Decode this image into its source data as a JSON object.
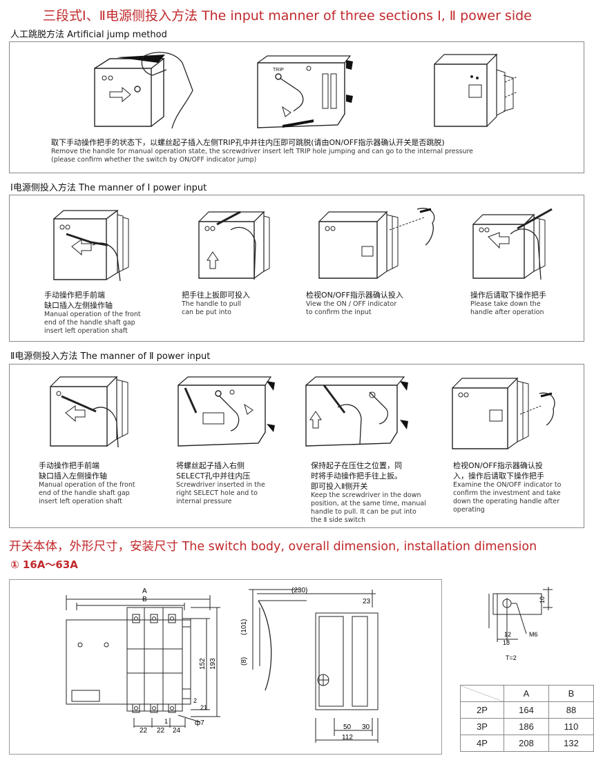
{
  "title": "三段式Ⅰ、Ⅱ电源侧投入方法 The input manner of three sections Ⅰ, Ⅱ power side",
  "section1": {
    "heading": "人工跳脱方法 Artificial jump method",
    "caption_cn": "取下手动操作把手的状态下，以螺丝起子插入左侧TRIP孔中并往内压即可跳脱(请由ON/OFF指示器确认开关是否跳脱)",
    "caption_en1": "Remove the handle for manual operation state, the screwdriver insert left TRIP hole jumping and can go to the internal pressure",
    "caption_en2": "(please confirm whether the switch by ON/OFF indicator jump)",
    "trip_label": "TRIP"
  },
  "section2": {
    "heading": "Ⅰ电源侧投入方法 The manner of Ⅰ power input",
    "steps": [
      {
        "cn": [
          "手动操作把手前端",
          "缺口插入左侧操作轴"
        ],
        "en": [
          "Manual operation of the front",
          "end of the handle shaft gap",
          "insert left operation shaft"
        ]
      },
      {
        "cn": [
          "把手往上扳即可投入"
        ],
        "en": [
          "The handle to pull",
          "can be put into"
        ]
      },
      {
        "cn": [
          "检视ON/OFF指示器确认投入"
        ],
        "en": [
          "View the ON / OFF indicator",
          "to confirm the input"
        ]
      },
      {
        "cn": [
          "操作后请取下操作把手"
        ],
        "en": [
          "Please take down the",
          "handle after operation"
        ]
      }
    ]
  },
  "section3": {
    "heading": "Ⅱ电源侧投入方法 The manner of Ⅱ power input",
    "steps": [
      {
        "cn": [
          "手动操作把手前端",
          "缺口插入左侧操作轴"
        ],
        "en": [
          "Manual operation of the front",
          "end of the handle shaft gap",
          "insert left operation shaft"
        ]
      },
      {
        "cn": [
          "将螺丝起子插入右侧",
          "SELECT孔中并往内压"
        ],
        "en": [
          "Screwdriver inserted in the",
          "right SELECT hole and to",
          "internal pressure"
        ]
      },
      {
        "cn": [
          "保持起子在压住之位置，同",
          "时将手动操作把手往上扳。",
          "即可投入Ⅱ侧开关"
        ],
        "en": [
          "Keep the screwdriver in the down",
          "position, at the same time, manual",
          "handle to pull. It can be put into",
          "the Ⅱ side switch"
        ]
      },
      {
        "cn": [
          "检视ON/OFF指示器确认投",
          "入，操作后请取下操作把手"
        ],
        "en": [
          "Examine the ON/OFF indicator to",
          "confirm the investment and take",
          "down the operating handle after",
          "operating"
        ]
      }
    ]
  },
  "section4": {
    "heading": "开关本体，外形尺寸，安装尺寸 The switch body, overall dimension, installation dimension",
    "subheading": "① 16A～63A"
  },
  "dimensions": {
    "front": {
      "A": "A",
      "B": "B",
      "h152": "152",
      "h193": "193",
      "d2": "2",
      "d21": "21",
      "d1": "1",
      "w22a": "22",
      "w22b": "22",
      "w24": "24",
      "phi": "ф7"
    },
    "side": {
      "d230": "(230)",
      "d101": "(101)",
      "d8": "(8)",
      "d23": "23",
      "d50": "50",
      "d30": "30",
      "d112": "112"
    },
    "mount": {
      "d10": "10",
      "d12": "12",
      "d18": "18",
      "m6": "M6",
      "t": "T=2"
    }
  },
  "table": {
    "headers": [
      "",
      "A",
      "B"
    ],
    "rows": [
      [
        "2P",
        "164",
        "88"
      ],
      [
        "3P",
        "186",
        "110"
      ],
      [
        "4P",
        "208",
        "132"
      ]
    ]
  }
}
